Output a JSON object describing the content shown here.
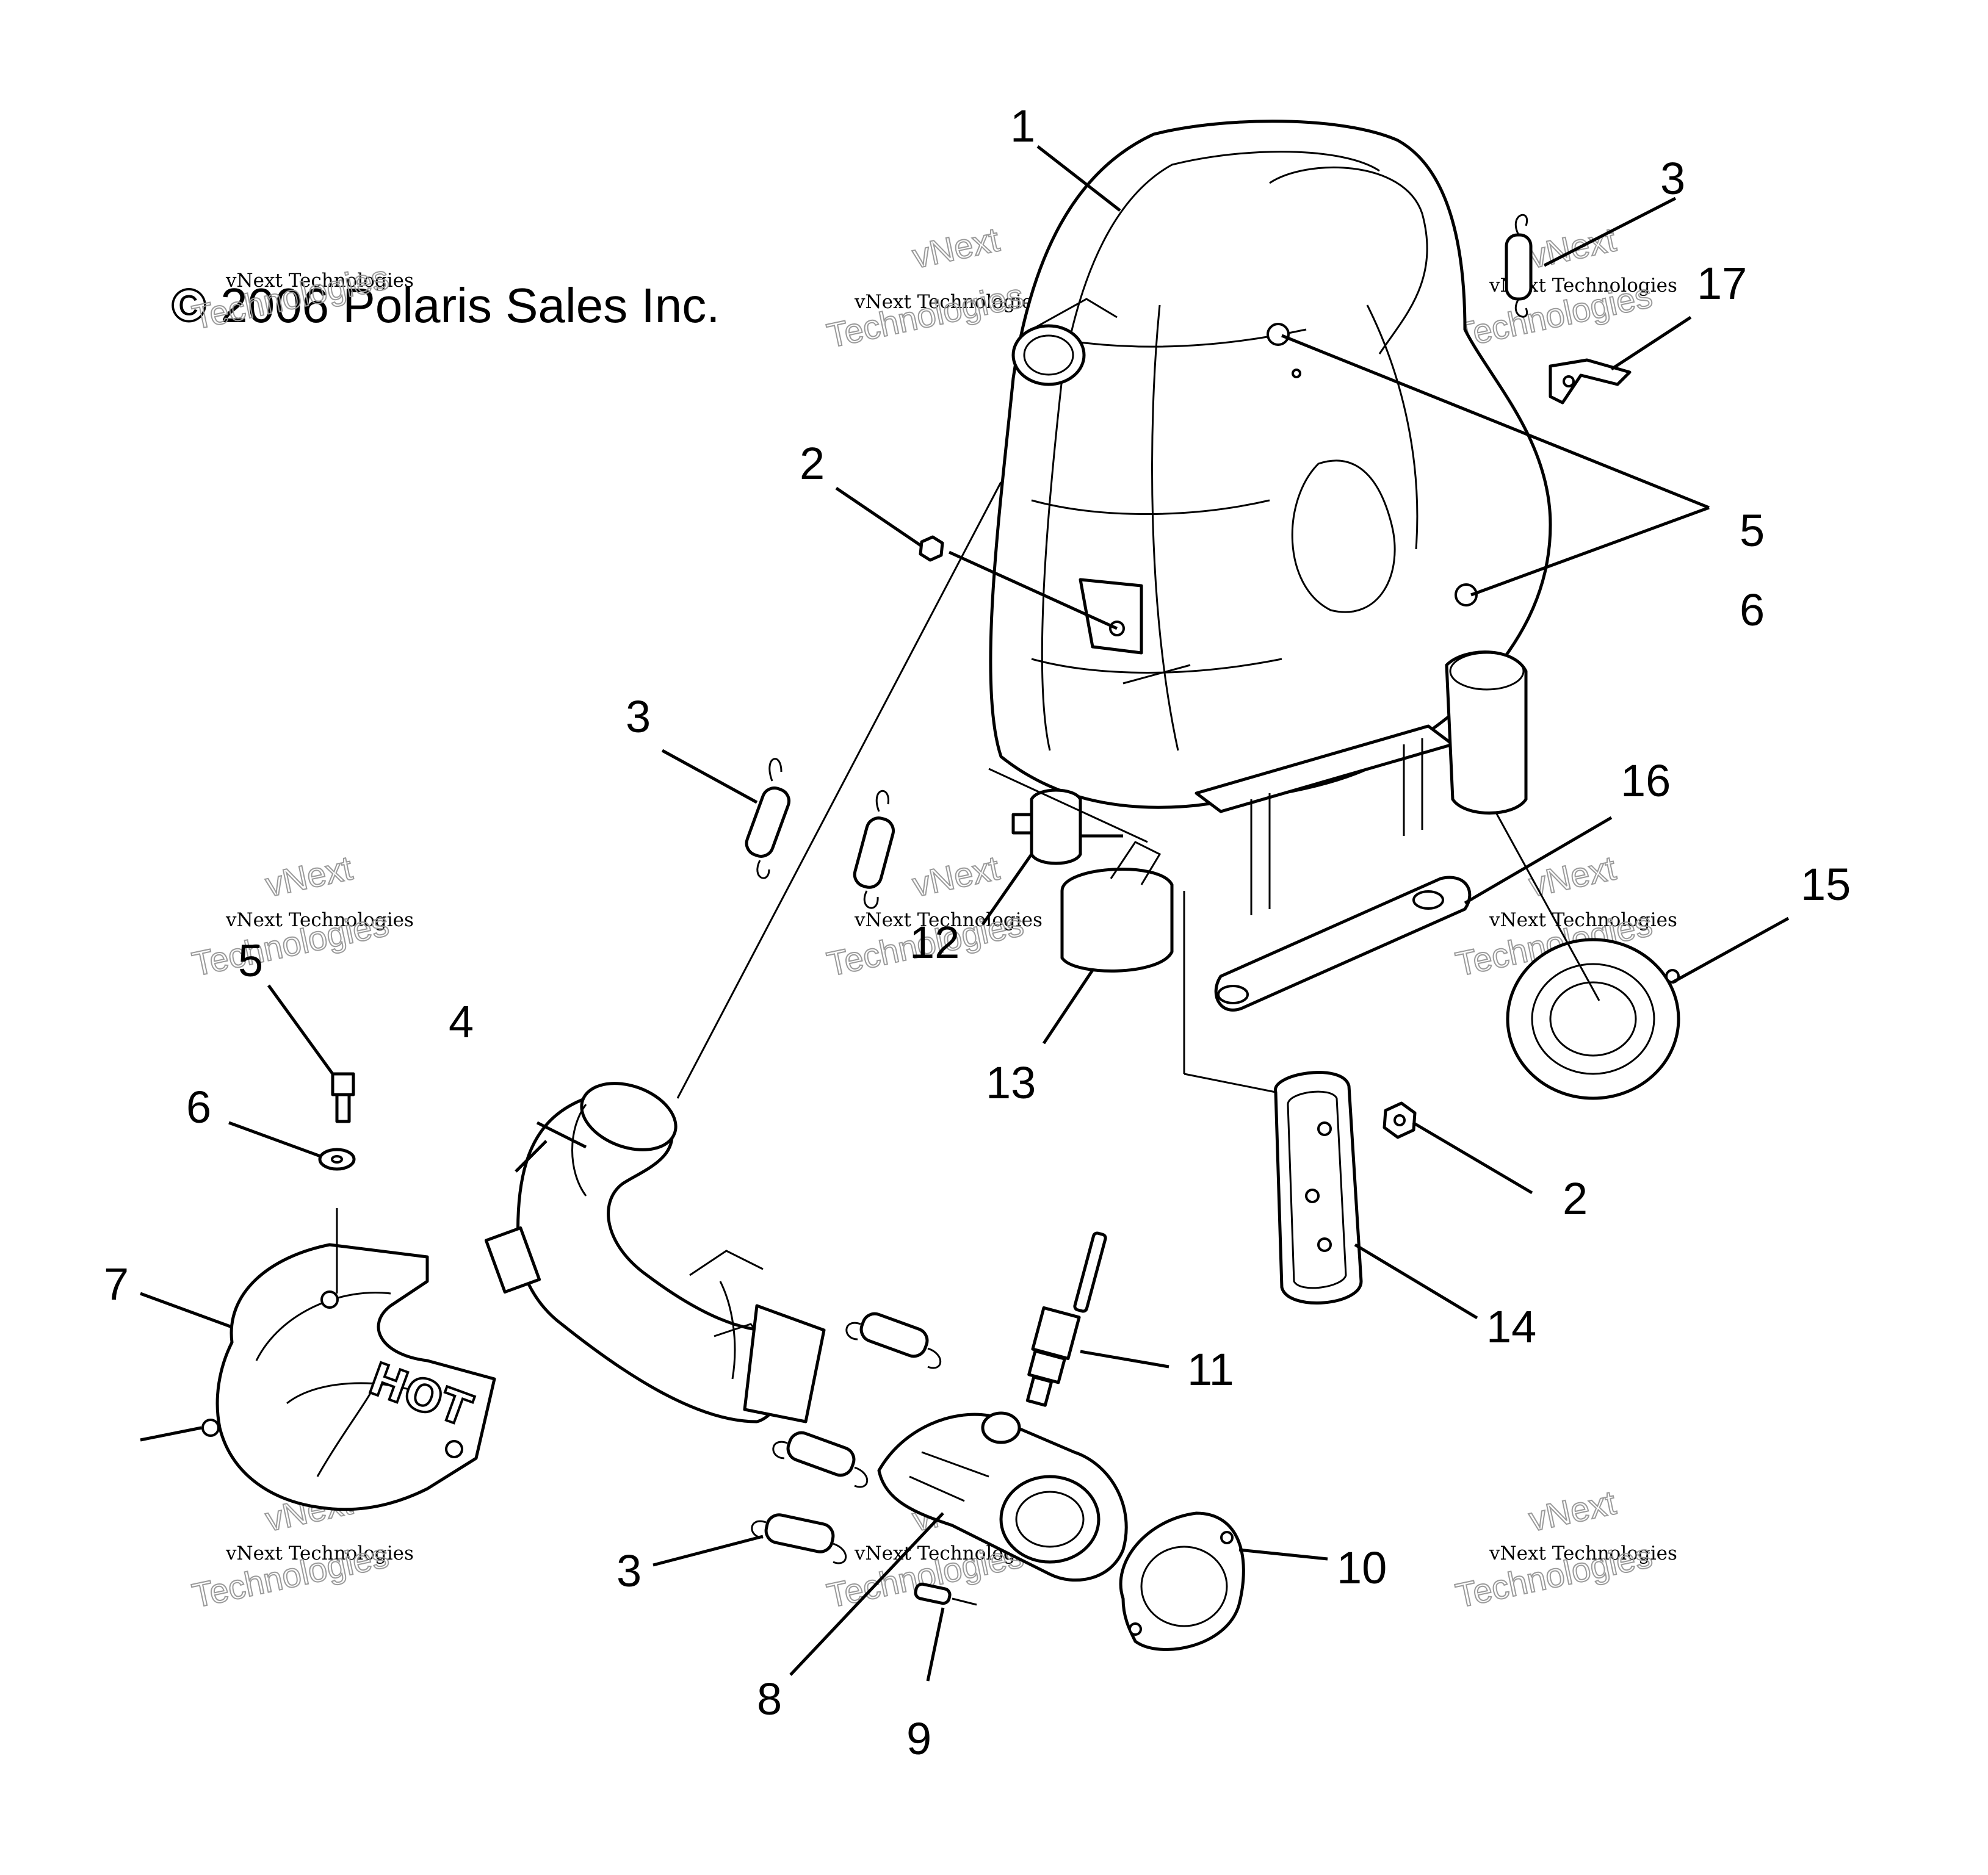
{
  "copyright": "© 2006 Polaris Sales Inc.",
  "watermark": {
    "line1": "vNext",
    "line2": "vNext Technologies",
    "line3": "Technologies"
  },
  "callouts": {
    "c1": "1",
    "c2a": "2",
    "c2b": "2",
    "c3a": "3",
    "c3b": "3",
    "c3c": "3",
    "c4": "4",
    "c5a": "5",
    "c5b": "5",
    "c6a": "6",
    "c6b": "6",
    "c7": "7",
    "c8": "8",
    "c9": "9",
    "c10": "10",
    "c11": "11",
    "c12": "12",
    "c13": "13",
    "c14": "14",
    "c15": "15",
    "c16": "16",
    "c17": "17"
  },
  "heat_shield_marking": "HOT"
}
